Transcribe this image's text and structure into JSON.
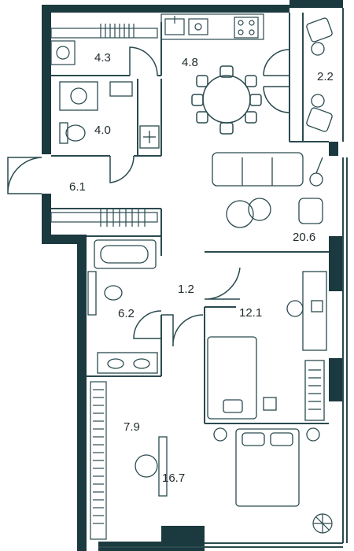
{
  "colors": {
    "wall": "#1b3a3f",
    "line": "#2a4a4f",
    "bg": "#ffffff"
  },
  "rooms": [
    {
      "id": "laundry",
      "area": "4.3"
    },
    {
      "id": "kitchen",
      "area": "4.8"
    },
    {
      "id": "balcony",
      "area": "2.2"
    },
    {
      "id": "wc",
      "area": "4.0"
    },
    {
      "id": "hall",
      "area": "6.1"
    },
    {
      "id": "living",
      "area": "20.6"
    },
    {
      "id": "corridor",
      "area": "1.2"
    },
    {
      "id": "bathroom",
      "area": "6.2"
    },
    {
      "id": "study",
      "area": "12.1"
    },
    {
      "id": "closet",
      "area": "7.9"
    },
    {
      "id": "bedroom",
      "area": "16.7"
    }
  ],
  "icons": [
    "washing-machine-icon",
    "sink-icon",
    "stove-icon",
    "dining-table-icon",
    "chair-icon",
    "toilet-icon",
    "radiator-icon",
    "sofa-icon",
    "floor-lamp-icon",
    "coffee-table-icon",
    "armchair-icon",
    "bathtub-icon",
    "double-sink-icon",
    "desk-icon",
    "office-chair-icon",
    "single-bed-icon",
    "double-bed-icon",
    "wardrobe-icon",
    "compass-icon"
  ]
}
